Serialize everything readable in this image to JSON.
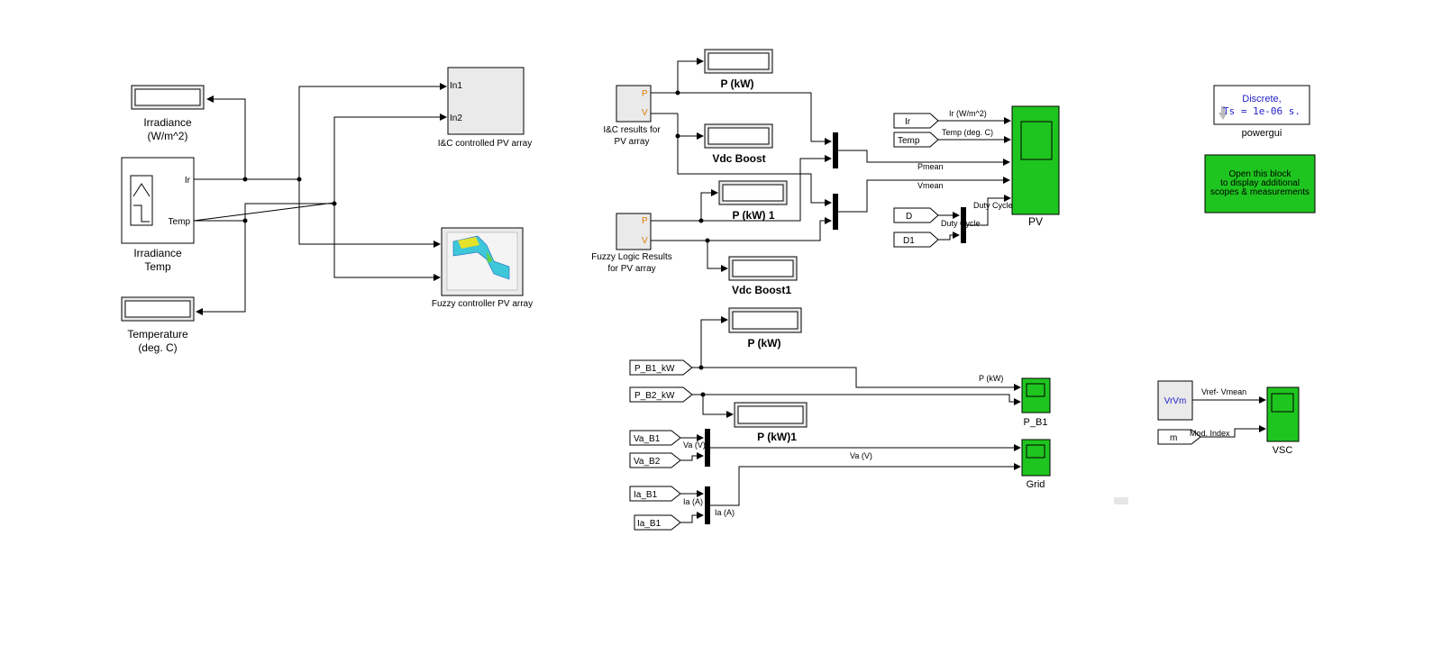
{
  "blocks": {
    "irradiance_display": "Irradiance\n(W/m^2)",
    "temperature_display": "Temperature\n(deg. C)",
    "source_block": "Irradiance\nTemp",
    "source_port_ir": "Ir",
    "source_port_temp": "Temp",
    "ic_array": "I&C controlled PV array",
    "ic_in1": "In1",
    "ic_in2": "In2",
    "fuzzy_array": "Fuzzy controller PV array",
    "ic_results": "I&C results for\nPV array",
    "fuzzy_results": "Fuzzy Logic Results\nfor PV array",
    "port_p": "P",
    "port_v": "V",
    "disp_p_kw": "P (kW)",
    "disp_vdc_boost": "Vdc Boost",
    "disp_p_kw_1": "P (kW) 1",
    "disp_vdc_boost1": "Vdc Boost1",
    "disp_p_kw_b": "P (kW)",
    "disp_p_kw_1b": "P (kW)1",
    "scope_pv": "PV",
    "scope_pb1": "P_B1",
    "scope_grid": "Grid",
    "scope_vsc": "VSC",
    "powergui_line1": "Discrete,",
    "powergui_line2": "Ts = 1e-06 s.",
    "powergui": "powergui",
    "green_block": "Open this block\nto display additional\nscopes & measurements",
    "goto_ir": "Ir",
    "goto_temp": "Temp",
    "goto_d": "D",
    "goto_d1": "D1",
    "from_pb1": "P_B1_kW",
    "from_pb2": "P_B2_kW",
    "from_va_b1": "Va_B1",
    "from_va_b2": "Va_B2",
    "from_ia_b1a": "Ia_B1",
    "from_ia_b1b": "Ia_B1",
    "from_vrvm": "VrVm",
    "from_m": "m"
  },
  "signals": {
    "ir": "Ir (W/m^2)",
    "temp": "Temp (deg. C)",
    "pmean": "Pmean",
    "vmean": "Vmean",
    "duty1": "Duty Cycle",
    "duty2": "Duty Cycle",
    "p_kw": "P (kW)",
    "va1": "Va (V)",
    "va2": "Va (V)",
    "ia1": "Ia (A)",
    "ia2": "Ia (A)",
    "vref": "Vref- Vmean",
    "mod": "Mod. Index"
  },
  "colors": {
    "scope_green": "#1fc51f",
    "port_orange": "#e07a00",
    "powergui_blue": "#2222cc"
  }
}
